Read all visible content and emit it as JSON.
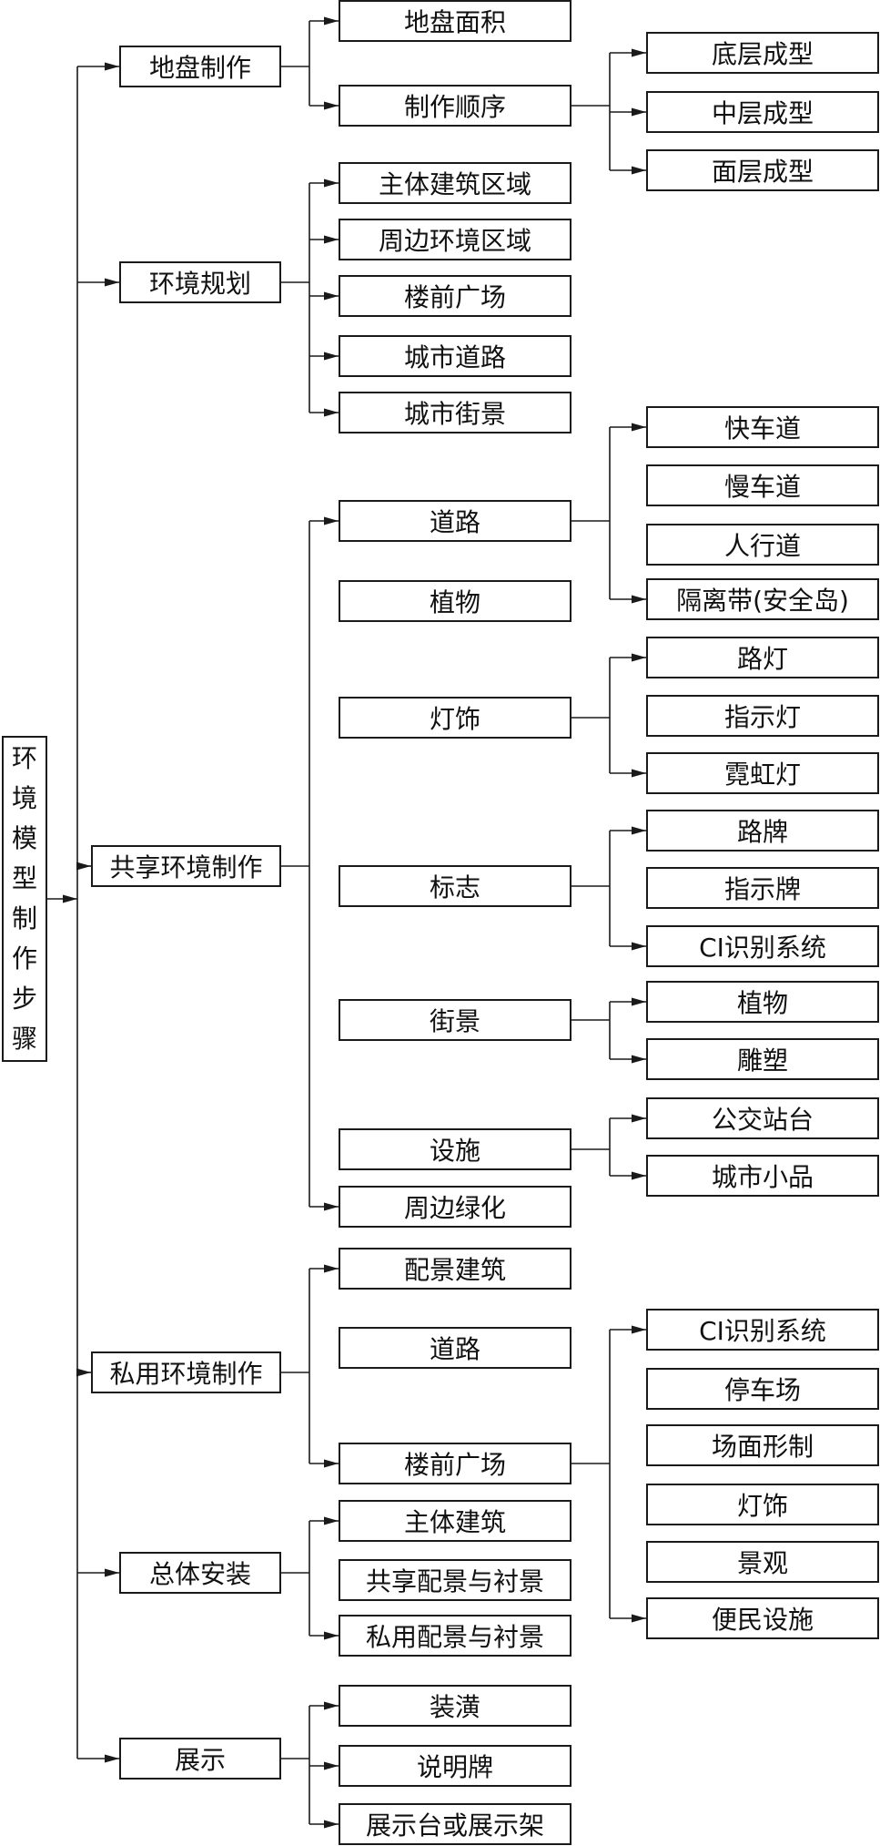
{
  "root": {
    "label": "环境模型制作步骤",
    "chars": [
      "环",
      "境",
      "模",
      "型",
      "制",
      "作",
      "步",
      "骤"
    ]
  },
  "branches": [
    {
      "label": "地盘制作",
      "children": [
        {
          "label": "地盘面积"
        },
        {
          "label": "制作顺序",
          "children": [
            {
              "label": "底层成型"
            },
            {
              "label": "中层成型"
            },
            {
              "label": "面层成型"
            }
          ]
        }
      ]
    },
    {
      "label": "环境规划",
      "children": [
        {
          "label": "主体建筑区域"
        },
        {
          "label": "周边环境区域"
        },
        {
          "label": "楼前广场"
        },
        {
          "label": "城市道路"
        },
        {
          "label": "城市街景"
        }
      ]
    },
    {
      "label": "共享环境制作",
      "children": [
        {
          "label": "道路",
          "children": [
            {
              "label": "快车道"
            },
            {
              "label": "慢车道"
            },
            {
              "label": "人行道"
            },
            {
              "label": "隔离带(安全岛)"
            }
          ]
        },
        {
          "label": "植物"
        },
        {
          "label": "灯饰",
          "children": [
            {
              "label": "路灯"
            },
            {
              "label": "指示灯"
            },
            {
              "label": "霓虹灯"
            }
          ]
        },
        {
          "label": "标志",
          "children": [
            {
              "label": "路牌"
            },
            {
              "label": "指示牌"
            },
            {
              "label": "CI识别系统"
            }
          ]
        },
        {
          "label": "街景",
          "children": [
            {
              "label": "植物"
            },
            {
              "label": "雕塑"
            }
          ]
        },
        {
          "label": "设施",
          "children": [
            {
              "label": "公交站台"
            },
            {
              "label": "城市小品"
            }
          ]
        },
        {
          "label": "周边绿化"
        }
      ]
    },
    {
      "label": "私用环境制作",
      "children": [
        {
          "label": "配景建筑"
        },
        {
          "label": "道路"
        },
        {
          "label": "楼前广场",
          "children": [
            {
              "label": "CI识别系统"
            },
            {
              "label": "停车场"
            },
            {
              "label": "场面形制"
            },
            {
              "label": "灯饰"
            },
            {
              "label": "景观"
            },
            {
              "label": "便民设施"
            }
          ]
        }
      ]
    },
    {
      "label": "总体安装",
      "children": [
        {
          "label": "主体建筑"
        },
        {
          "label": "共享配景与衬景"
        },
        {
          "label": "私用配景与衬景"
        }
      ]
    },
    {
      "label": "展示",
      "children": [
        {
          "label": "装潢"
        },
        {
          "label": "说明牌"
        },
        {
          "label": "展示台或展示架"
        }
      ]
    }
  ]
}
